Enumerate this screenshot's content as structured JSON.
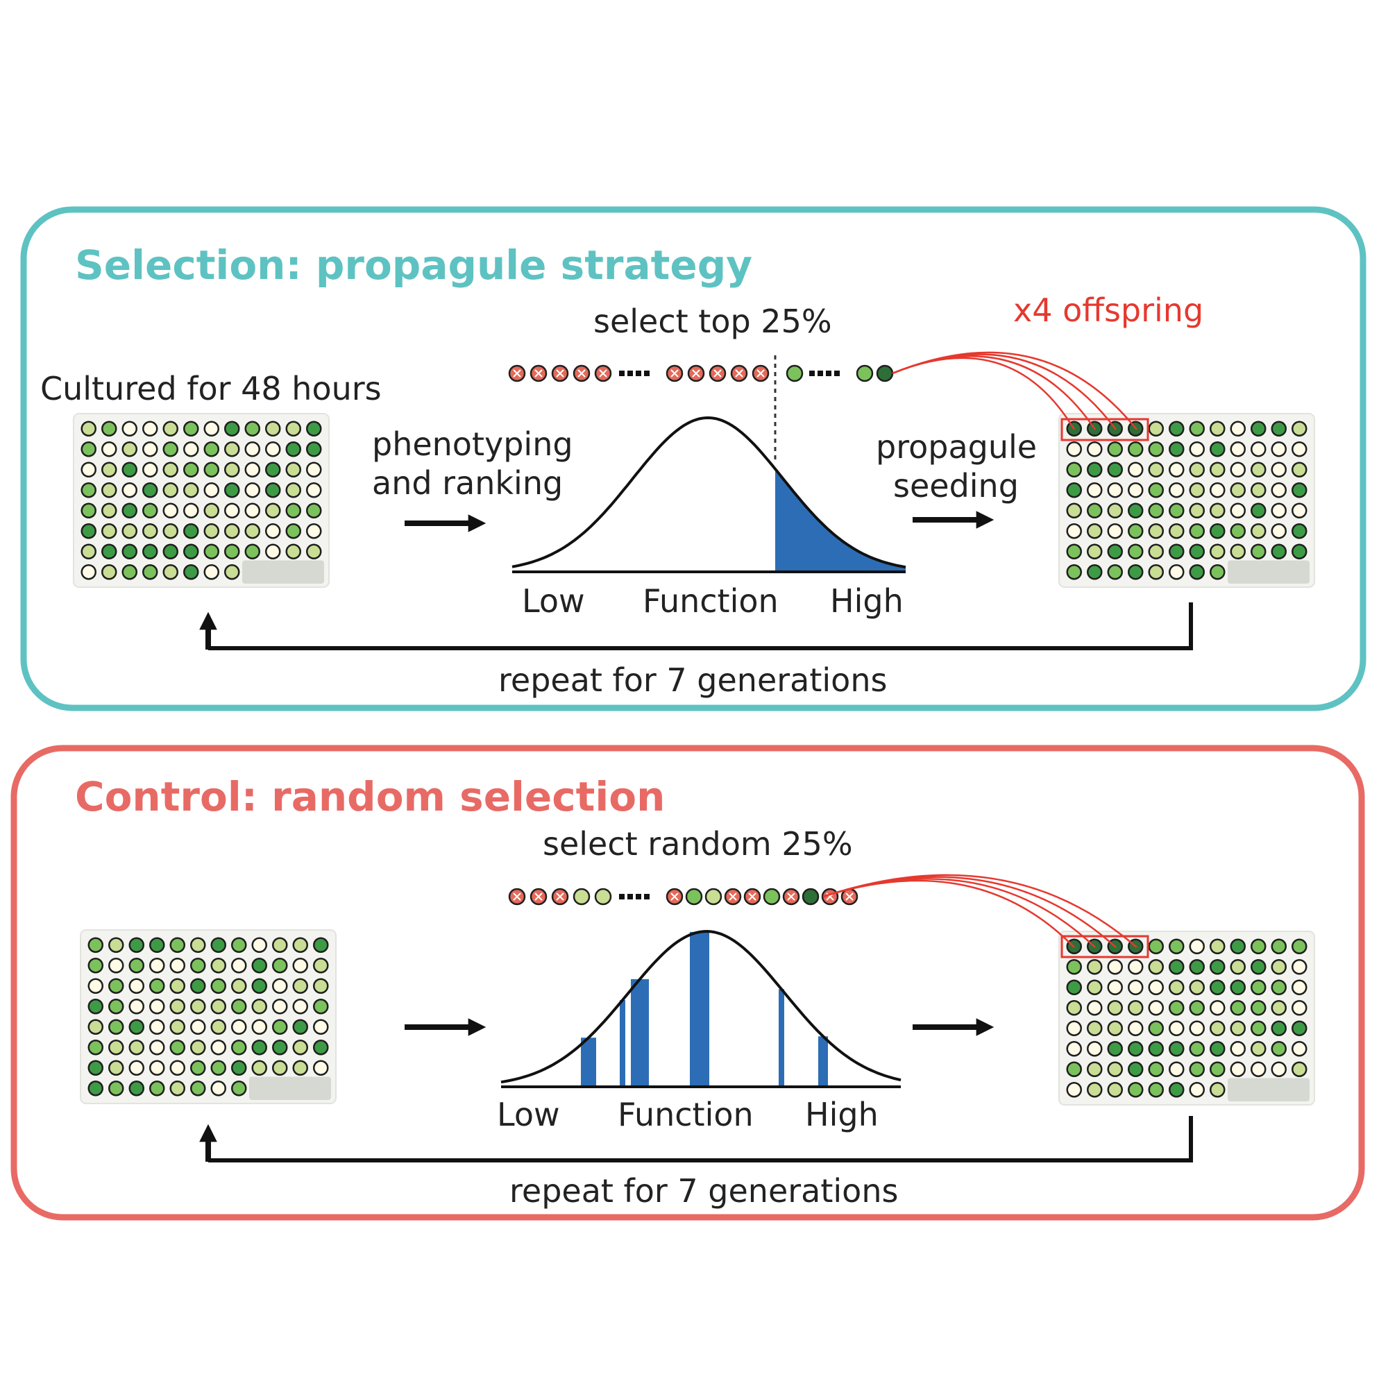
{
  "colors": {
    "selection_accent": "#5ec2c2",
    "control_accent": "#e86a65",
    "offspring_red": "#e5392f",
    "curve_fill": "#2d6db5",
    "plate_bg": "#f3f3f0",
    "plate_empty": "#d6d9d1",
    "well_colors": [
      "#fffbe6",
      "#c9dd95",
      "#7bc25c",
      "#3e9b45",
      "#2e6f37"
    ]
  },
  "icons": [
    "arrow-right-icon",
    "arrow-up-icon",
    "well-plate-icon",
    "bell-curve-icon"
  ],
  "selection": {
    "title": "Selection: propagule strategy",
    "cultured_label": "Cultured for 48 hours",
    "select_label": "select top 25%",
    "offspring_label": "x4 offspring",
    "phenotyping_line1": "phenotyping",
    "phenotyping_line2": "and ranking",
    "seeding_line1": "propagule",
    "seeding_line2": "seeding",
    "axis_low": "Low",
    "axis_function": "Function",
    "axis_high": "High",
    "repeat_label": "repeat for 7 generations"
  },
  "control": {
    "title": "Control: random selection",
    "select_label": "select random 25%",
    "axis_low": "Low",
    "axis_function": "Function",
    "axis_high": "High",
    "repeat_label": "repeat for 7 generations"
  }
}
